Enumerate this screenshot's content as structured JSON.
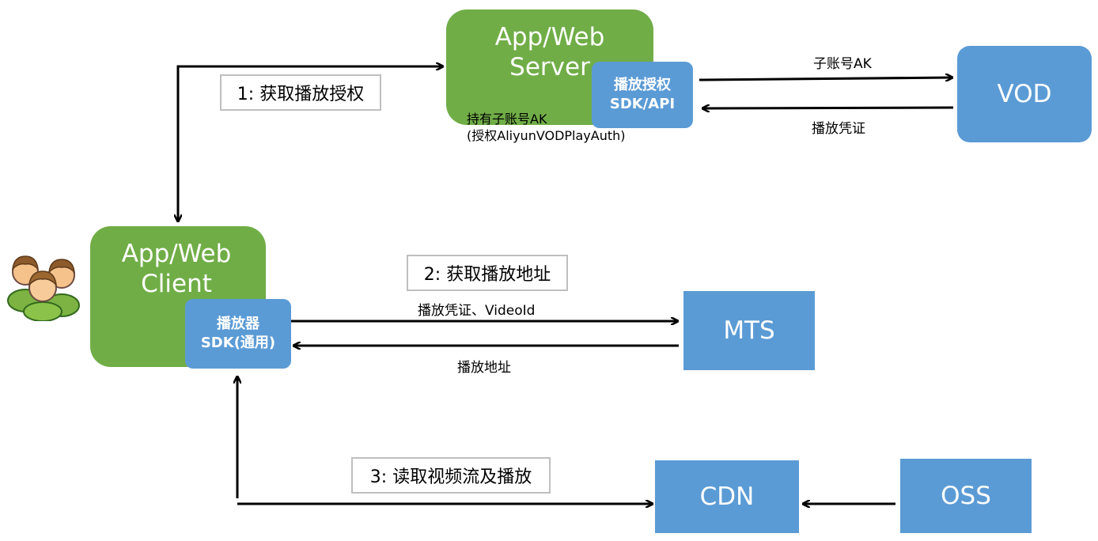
{
  "server": {
    "title_line1": "App/Web",
    "title_line2": "Server"
  },
  "server_sdk": {
    "line1": "播放授权",
    "line2": "SDK/API"
  },
  "server_note": {
    "line1": "持有子账号AK",
    "line2": "(授权AliyunVODPlayAuth)"
  },
  "client": {
    "title_line1": "App/Web",
    "title_line2": "Client"
  },
  "client_sdk": {
    "line1": "播放器",
    "line2": "SDK(通用)"
  },
  "vod": {
    "label": "VOD"
  },
  "mts": {
    "label": "MTS"
  },
  "cdn": {
    "label": "CDN"
  },
  "oss": {
    "label": "OSS"
  },
  "steps": {
    "step1": "1: 获取播放授权",
    "step2": "2: 获取播放地址",
    "step3": "3: 读取视频流及播放"
  },
  "arrows": {
    "server_to_vod": "子账号AK",
    "vod_to_server": "播放凭证",
    "client_to_mts": "播放凭证、VideoId",
    "mts_to_client": "播放地址"
  },
  "colors": {
    "green": "#70ad47",
    "blue": "#5b9bd5",
    "arrow": "#000000"
  },
  "icons": {
    "users": "users-icon"
  }
}
